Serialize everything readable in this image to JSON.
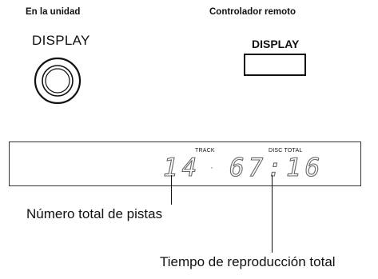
{
  "unit": {
    "heading": "En la unidad",
    "button_label": "DISPLAY"
  },
  "remote": {
    "heading": "Controlador remoto",
    "button_label": "DISPLAY"
  },
  "panel": {
    "track_label": "TRACK",
    "disc_total_label": "DISC TOTAL",
    "track_value": "14",
    "dot": "·",
    "time_value": "67:16"
  },
  "callouts": {
    "track_count": "Número total de pistas",
    "total_time": "Tiempo de reproducción total"
  }
}
